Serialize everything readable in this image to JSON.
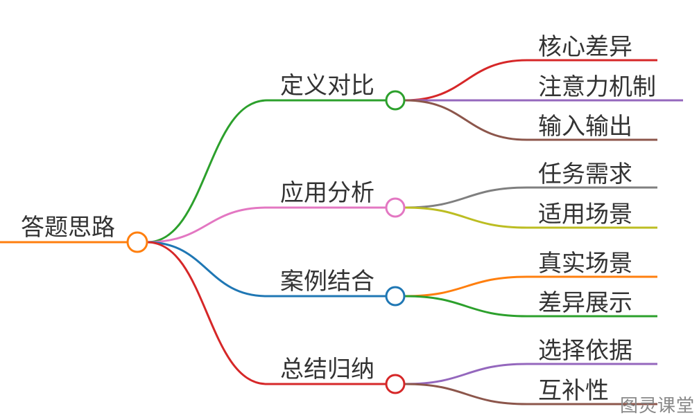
{
  "root": {
    "label": "答题思路",
    "color": "#ff7f0e"
  },
  "branches": [
    {
      "label": "定义对比",
      "color": "#2ca02c",
      "children": [
        {
          "label": "核心差异",
          "color": "#d62728"
        },
        {
          "label": "注意力机制",
          "color": "#9467bd"
        },
        {
          "label": "输入输出",
          "color": "#8c564b"
        }
      ]
    },
    {
      "label": "应用分析",
      "color": "#e377c2",
      "children": [
        {
          "label": "任务需求",
          "color": "#7f7f7f"
        },
        {
          "label": "适用场景",
          "color": "#bcbd22"
        }
      ]
    },
    {
      "label": "案例结合",
      "color": "#1f77b4",
      "children": [
        {
          "label": "真实场景",
          "color": "#ff7f0e"
        },
        {
          "label": "差异展示",
          "color": "#2ca02c"
        }
      ]
    },
    {
      "label": "总结归纳",
      "color": "#d62728",
      "children": [
        {
          "label": "选择依据",
          "color": "#9467bd"
        },
        {
          "label": "互补性",
          "color": "#8c564b"
        }
      ]
    }
  ],
  "watermark": "图灵课堂"
}
